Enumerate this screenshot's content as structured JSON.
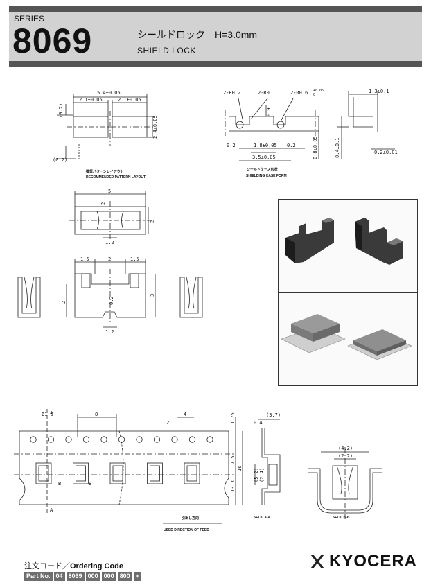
{
  "header": {
    "series_label": "SERIES",
    "series_number": "8069",
    "title_jp": "シールドロック　H=3.0mm",
    "title_en": "SHIELD  LOCK"
  },
  "drawings": {
    "pattern": {
      "overall": "5.4±0.05",
      "left_w": "2.1±0.05",
      "right_w": "2.1±0.05",
      "height": "2.4±0.05",
      "top_offset": "(0.2)",
      "bottom_offset": "(0.2)",
      "caption_jp": "推奨パターンレイアウト",
      "caption_en": "RECOMMENDED PATTERN LAYOUT"
    },
    "case": {
      "r1": "2-R0.2",
      "r2": "2-R0.1",
      "hole": "2-Ø0.6",
      "hole_tol_up": "+0.05",
      "hole_tol_dn": "0",
      "h_09": "0.9",
      "left": "0.2",
      "mid": "1.8±0.05",
      "right": "0.2",
      "overall": "3.5±0.05",
      "height": "0.8±0.05",
      "caption_jp": "シールドケース形状",
      "caption_en": "SHIELDING CASE FORM"
    },
    "side": {
      "top": "1.3±0.1",
      "vert": "0.4±0.1",
      "bottom": "0.2±0.01"
    },
    "top_view": {
      "width": "5",
      "h_a": "2",
      "h_b": "2",
      "bottom": "1.2"
    },
    "front_view": {
      "left": "1.5",
      "mid": "2",
      "right": "1.5",
      "height_l": "2",
      "height_r": "3",
      "slot": "0.2",
      "bottom": "1.2"
    },
    "tape": {
      "hole_dia": "Ø1.5",
      "pitch": "8",
      "hole_pitch": "4",
      "hole_offset": "2",
      "edge": "1.75",
      "row": "7.5",
      "width": "16",
      "bottom": "13.3",
      "label_a": "A",
      "label_b": "B",
      "feed_jp": "引出し方向",
      "feed_en": "USED DIRECTION OF FEED"
    },
    "sect_a": {
      "top": "(3.7)",
      "lip": "0.4",
      "h1": "(5.2)",
      "h2": "(2.4)",
      "caption": "SECT. A-A"
    },
    "sect_b": {
      "outer": "(4.2)",
      "inner": "(2.2)",
      "caption": "SECT. B-B"
    }
  },
  "photos": [
    {
      "name": "shield-lock-clips-photo"
    },
    {
      "name": "shield-case-mounted-photo"
    }
  ],
  "ordering": {
    "title_jp": "注文コード／",
    "title_en": "Ordering Code",
    "parts": [
      "Part No.",
      "04",
      "8069",
      "000",
      "000",
      "800",
      "+"
    ]
  },
  "brand": {
    "name": "KYOCERA"
  }
}
